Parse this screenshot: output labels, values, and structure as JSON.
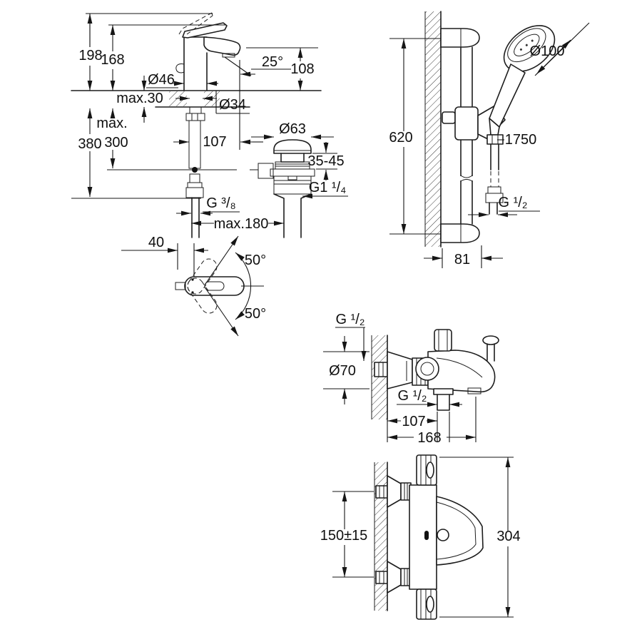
{
  "drawing": {
    "type": "product-dimension-drawing",
    "background": "#ffffff",
    "line_color": "#1d1d1d",
    "views": [
      "basin-mixer-side",
      "basin-mixer-top-swivel",
      "shower-rail-set",
      "bath-mixer-side",
      "thermostat-front"
    ]
  },
  "labels": {
    "basin": {
      "height_total": "198",
      "height_spout": "168",
      "body_dia": "Ø46",
      "deck_thickness": "max.30",
      "shank_dia": "Ø34",
      "spout_angle": "25°",
      "spout_height": "108",
      "max_word": "max.",
      "hose_length": "380",
      "rod_length": "300",
      "spout_reach": "107",
      "plug_dia": "Ø63",
      "basin_range": "35-45",
      "waste_thread": "G1 ¹/₄",
      "supply_thread": "G ³/₈",
      "drain_reach": "max.180",
      "handle_offset": "40",
      "swivel_up": "50°",
      "swivel_down": "50°"
    },
    "rail": {
      "head_dia": "Ø100",
      "rail_length": "620",
      "hose_length": "1750",
      "hose_thread": "G ¹/₂",
      "wall_offset": "81"
    },
    "bath": {
      "inlet_thread": "G ¹/₂",
      "rosette_dia": "Ø70",
      "outlet_thread": "G ¹/₂",
      "outlet_distance": "107",
      "spout_distance": "168"
    },
    "thermo": {
      "centers_distance": "150±15",
      "total_height": "304"
    }
  }
}
